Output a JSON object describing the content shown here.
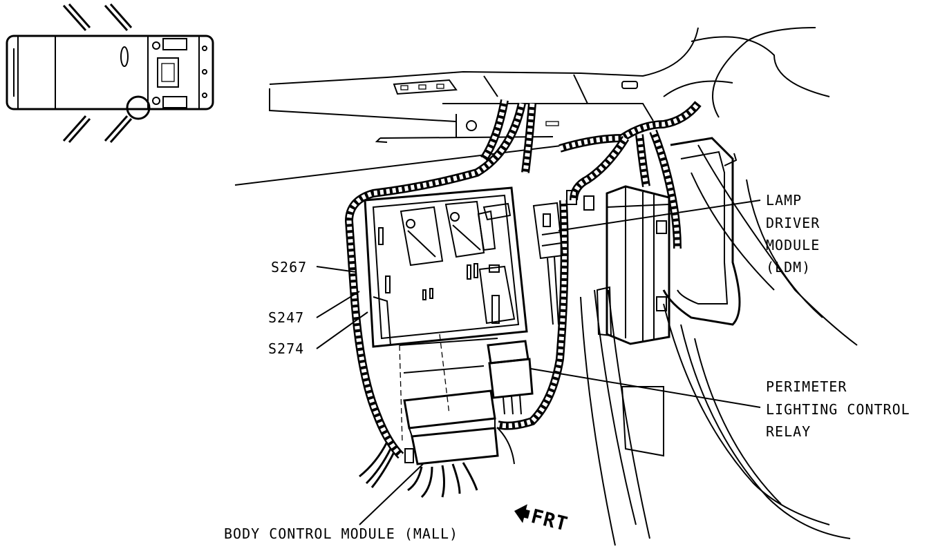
{
  "labels": {
    "ldm_line1": "LAMP",
    "ldm_line2": "DRIVER",
    "ldm_line3": "MODULE",
    "ldm_line4": "(LDM)",
    "s267": "S267",
    "s247": "S247",
    "s274": "S274",
    "plcr_line1": "PERIMETER",
    "plcr_line2": "LIGHTING CONTROL",
    "plcr_line3": "RELAY",
    "bcm": "BODY CONTROL MODULE (MALL)",
    "frt": "FRT"
  }
}
